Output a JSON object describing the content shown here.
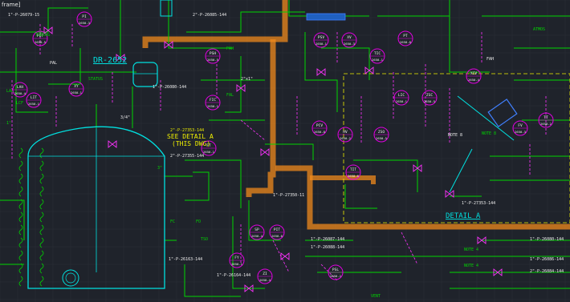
{
  "viewport": {
    "frame_label": "frame]"
  },
  "colors": {
    "background": "#1f232b",
    "grid": "#2a2f38",
    "process_line": "#00d400",
    "instrument": "#e000e0",
    "signal": "#ff33ff",
    "equipment": "#00e0e0",
    "highlight": "#f08a1c",
    "tag_red": "#ff3030",
    "tag_yellow": "#f0f000",
    "white": "#f0f0f0",
    "blue": "#4080ff"
  },
  "vessel": {
    "tag": "DR-2652"
  },
  "detail_left": {
    "line1": "SEE DETAIL A",
    "line2": "(THIS DWG)"
  },
  "detail_right": {
    "label": "DETAIL A"
  },
  "vessel_labels": {
    "status": "STATUS",
    "tubing": "TUBING",
    "note_a": "NOTE 8",
    "note_b": "NOTE 4",
    "note_c": "NOTE 4",
    "vent": "VENT"
  },
  "line_numbers": [
    {
      "id": "ln1",
      "text": "1\"-P-26079-15"
    },
    {
      "id": "ln2",
      "text": "1\"-P-26080-144"
    },
    {
      "id": "ln3",
      "text": "2\"-P-27353-144"
    },
    {
      "id": "ln4",
      "text": "2\"-P-27355-144"
    },
    {
      "id": "ln5",
      "text": "1\"-P-27350-11"
    },
    {
      "id": "ln6",
      "text": "1\"-P-26087-144"
    },
    {
      "id": "ln7",
      "text": "1\"-P-26088-144"
    },
    {
      "id": "ln8",
      "text": "1\"-P-26163-144"
    },
    {
      "id": "ln9",
      "text": "1\"-P-26164-144"
    },
    {
      "id": "ln10",
      "text": "1\"-P-27353-144"
    },
    {
      "id": "ln11",
      "text": "1\"-P-26080-144"
    },
    {
      "id": "ln12",
      "text": "2\"-P-26084-144"
    },
    {
      "id": "ln13",
      "text": "1\"-P-26086-144"
    },
    {
      "id": "ln14",
      "text": "2\"-P-26085-144"
    }
  ],
  "instruments": [
    {
      "id": "i1",
      "top": "PIT",
      "bot": "2650-5"
    },
    {
      "id": "i2",
      "top": "PI",
      "bot": "2650-3"
    },
    {
      "id": "i3",
      "top": "LAH",
      "bot": "2650-4"
    },
    {
      "id": "i4",
      "top": "LIT",
      "bot": "2650-1"
    },
    {
      "id": "i5",
      "top": "XY",
      "bot": "2650-1"
    },
    {
      "id": "i6",
      "top": "PSH",
      "bot": "2650-5"
    },
    {
      "id": "i7",
      "top": "FIC",
      "bot": "2650-1"
    },
    {
      "id": "i8",
      "top": "FT",
      "bot": "2650-1"
    },
    {
      "id": "i9",
      "top": "PSV",
      "bot": "2650-1"
    },
    {
      "id": "i10",
      "top": "XV",
      "bot": "2650-3"
    },
    {
      "id": "i11",
      "top": "TIC",
      "bot": "2650-1"
    },
    {
      "id": "i12",
      "top": "PT",
      "bot": "2650-8"
    },
    {
      "id": "i13",
      "top": "LIC",
      "bot": "2650-1"
    },
    {
      "id": "i14",
      "top": "ZSC",
      "bot": "2650-5"
    },
    {
      "id": "i15",
      "top": "ZSO",
      "bot": "2650-5"
    },
    {
      "id": "i16",
      "top": "HV",
      "bot": "2650-2"
    },
    {
      "id": "i17",
      "top": "PCV",
      "bot": "2650-8"
    },
    {
      "id": "i18",
      "top": "TIT",
      "bot": "2650-6"
    },
    {
      "id": "i19",
      "top": "XCV",
      "bot": "2650-4"
    },
    {
      "id": "i20",
      "top": "FV",
      "bot": "2650-3"
    },
    {
      "id": "i21",
      "top": "TT",
      "bot": "2650-2"
    },
    {
      "id": "i22",
      "top": "SP",
      "bot": "2650-4"
    },
    {
      "id": "i23",
      "top": "PIT",
      "bot": "2650-6"
    },
    {
      "id": "i24",
      "top": "FY",
      "bot": "2650-1"
    },
    {
      "id": "i25",
      "top": "ZI",
      "bot": "2650-4"
    },
    {
      "id": "i26",
      "top": "PSL",
      "bot": "2650-2"
    }
  ],
  "small_labels": [
    {
      "id": "s1",
      "text": "PAL"
    },
    {
      "id": "s2",
      "text": "PAH"
    },
    {
      "id": "s3",
      "text": "FAL"
    },
    {
      "id": "s4",
      "text": "FAH"
    },
    {
      "id": "s5",
      "text": "LAL"
    },
    {
      "id": "s6",
      "text": "ATMOS"
    },
    {
      "id": "s7",
      "text": "3/4\""
    },
    {
      "id": "s8",
      "text": "1\""
    },
    {
      "id": "s9",
      "text": "3\""
    },
    {
      "id": "s10",
      "text": "2\"x1\""
    },
    {
      "id": "s11",
      "text": "FC"
    },
    {
      "id": "s12",
      "text": "FO"
    },
    {
      "id": "s13",
      "text": "NOTE 8"
    },
    {
      "id": "s14",
      "text": "LCF"
    },
    {
      "id": "s15",
      "text": "TSO"
    }
  ]
}
